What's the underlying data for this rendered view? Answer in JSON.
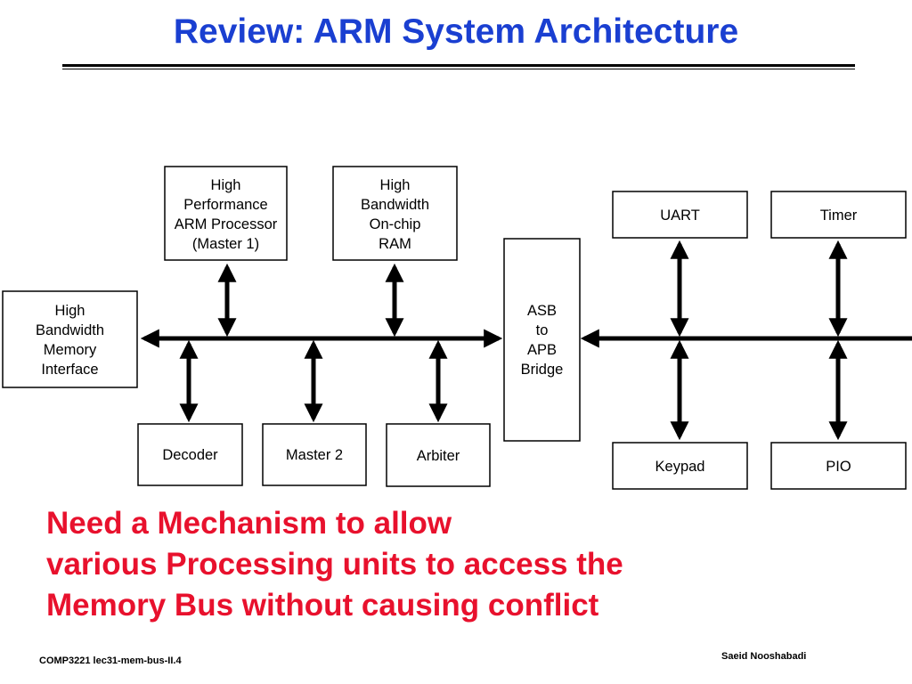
{
  "slide": {
    "title": "Review: ARM System Architecture",
    "message": [
      "Need a Mechanism to allow",
      "various Processing units to access the",
      "Memory Bus without causing conflict"
    ],
    "footer_left": "COMP3221  lec31-mem-bus-II.4",
    "footer_right": "Saeid Nooshabadi"
  },
  "diagram": {
    "processor": [
      "High",
      "Performance",
      "ARM Processor",
      "(Master 1)"
    ],
    "ram": [
      "High",
      "Bandwidth",
      "On-chip",
      "RAM"
    ],
    "memory_interface": [
      "High",
      "Bandwidth",
      "Memory",
      "Interface"
    ],
    "decoder": "Decoder",
    "master2": "Master 2",
    "arbiter": "Arbiter",
    "bridge": [
      "ASB",
      "to",
      "APB",
      "Bridge"
    ],
    "uart": "UART",
    "timer": "Timer",
    "keypad": "Keypad",
    "pio": "PIO"
  }
}
